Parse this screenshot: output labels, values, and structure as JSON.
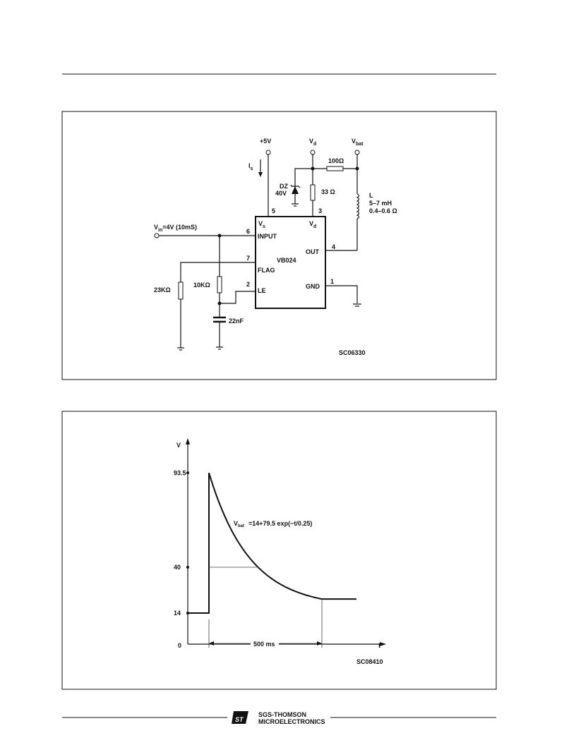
{
  "logo": {
    "line1": "SGS-THOMSON",
    "line2": "MICROELECTRONICS"
  },
  "circuit": {
    "supply": "+5V",
    "vd": {
      "main": "V",
      "sub": "d"
    },
    "vbat": {
      "main": "V",
      "sub": "bat"
    },
    "is": {
      "main": "I",
      "sub": "s"
    },
    "r100": "100Ω",
    "zener": [
      "DZ",
      "40V"
    ],
    "r33": "33 Ω",
    "inductor": [
      "L",
      "5–7  mH",
      "0.4–0.6 Ω"
    ],
    "vin": {
      "main": "V",
      "sub": "in",
      "rest": "=4V  (10mS)"
    },
    "pins": {
      "p5": "5",
      "p3": "3",
      "p6": "6",
      "p7": "7",
      "p2": "2",
      "p4": "4",
      "p1": "1"
    },
    "ic": {
      "name": "VB024",
      "vs": {
        "main": "V",
        "sub": "s"
      },
      "vd": {
        "main": "V",
        "sub": "d"
      },
      "input": "INPUT",
      "flag": "FLAG",
      "le": "LE",
      "out": "OUT",
      "gnd": "GND"
    },
    "r23k": "23KΩ",
    "r10k": "10KΩ",
    "cap": "22nF",
    "code": "SC06330"
  },
  "chart_data": {
    "type": "line",
    "title": "",
    "xlabel": "t",
    "ylabel": "V",
    "origin_label": "0",
    "yticks": [
      14,
      40,
      93.5
    ],
    "ytick_labels": [
      "14",
      "40",
      "93.5"
    ],
    "baseline_v": 14,
    "peak_v": 93.5,
    "threshold_v": 40,
    "decay_duration_ms": 500,
    "duration_label": "500 ms",
    "formula": {
      "main": "V",
      "sub": "bat",
      "rest": "=14+79.5 exp(−t/0.25)"
    },
    "tau_s": 0.25,
    "code": "SC08410"
  }
}
